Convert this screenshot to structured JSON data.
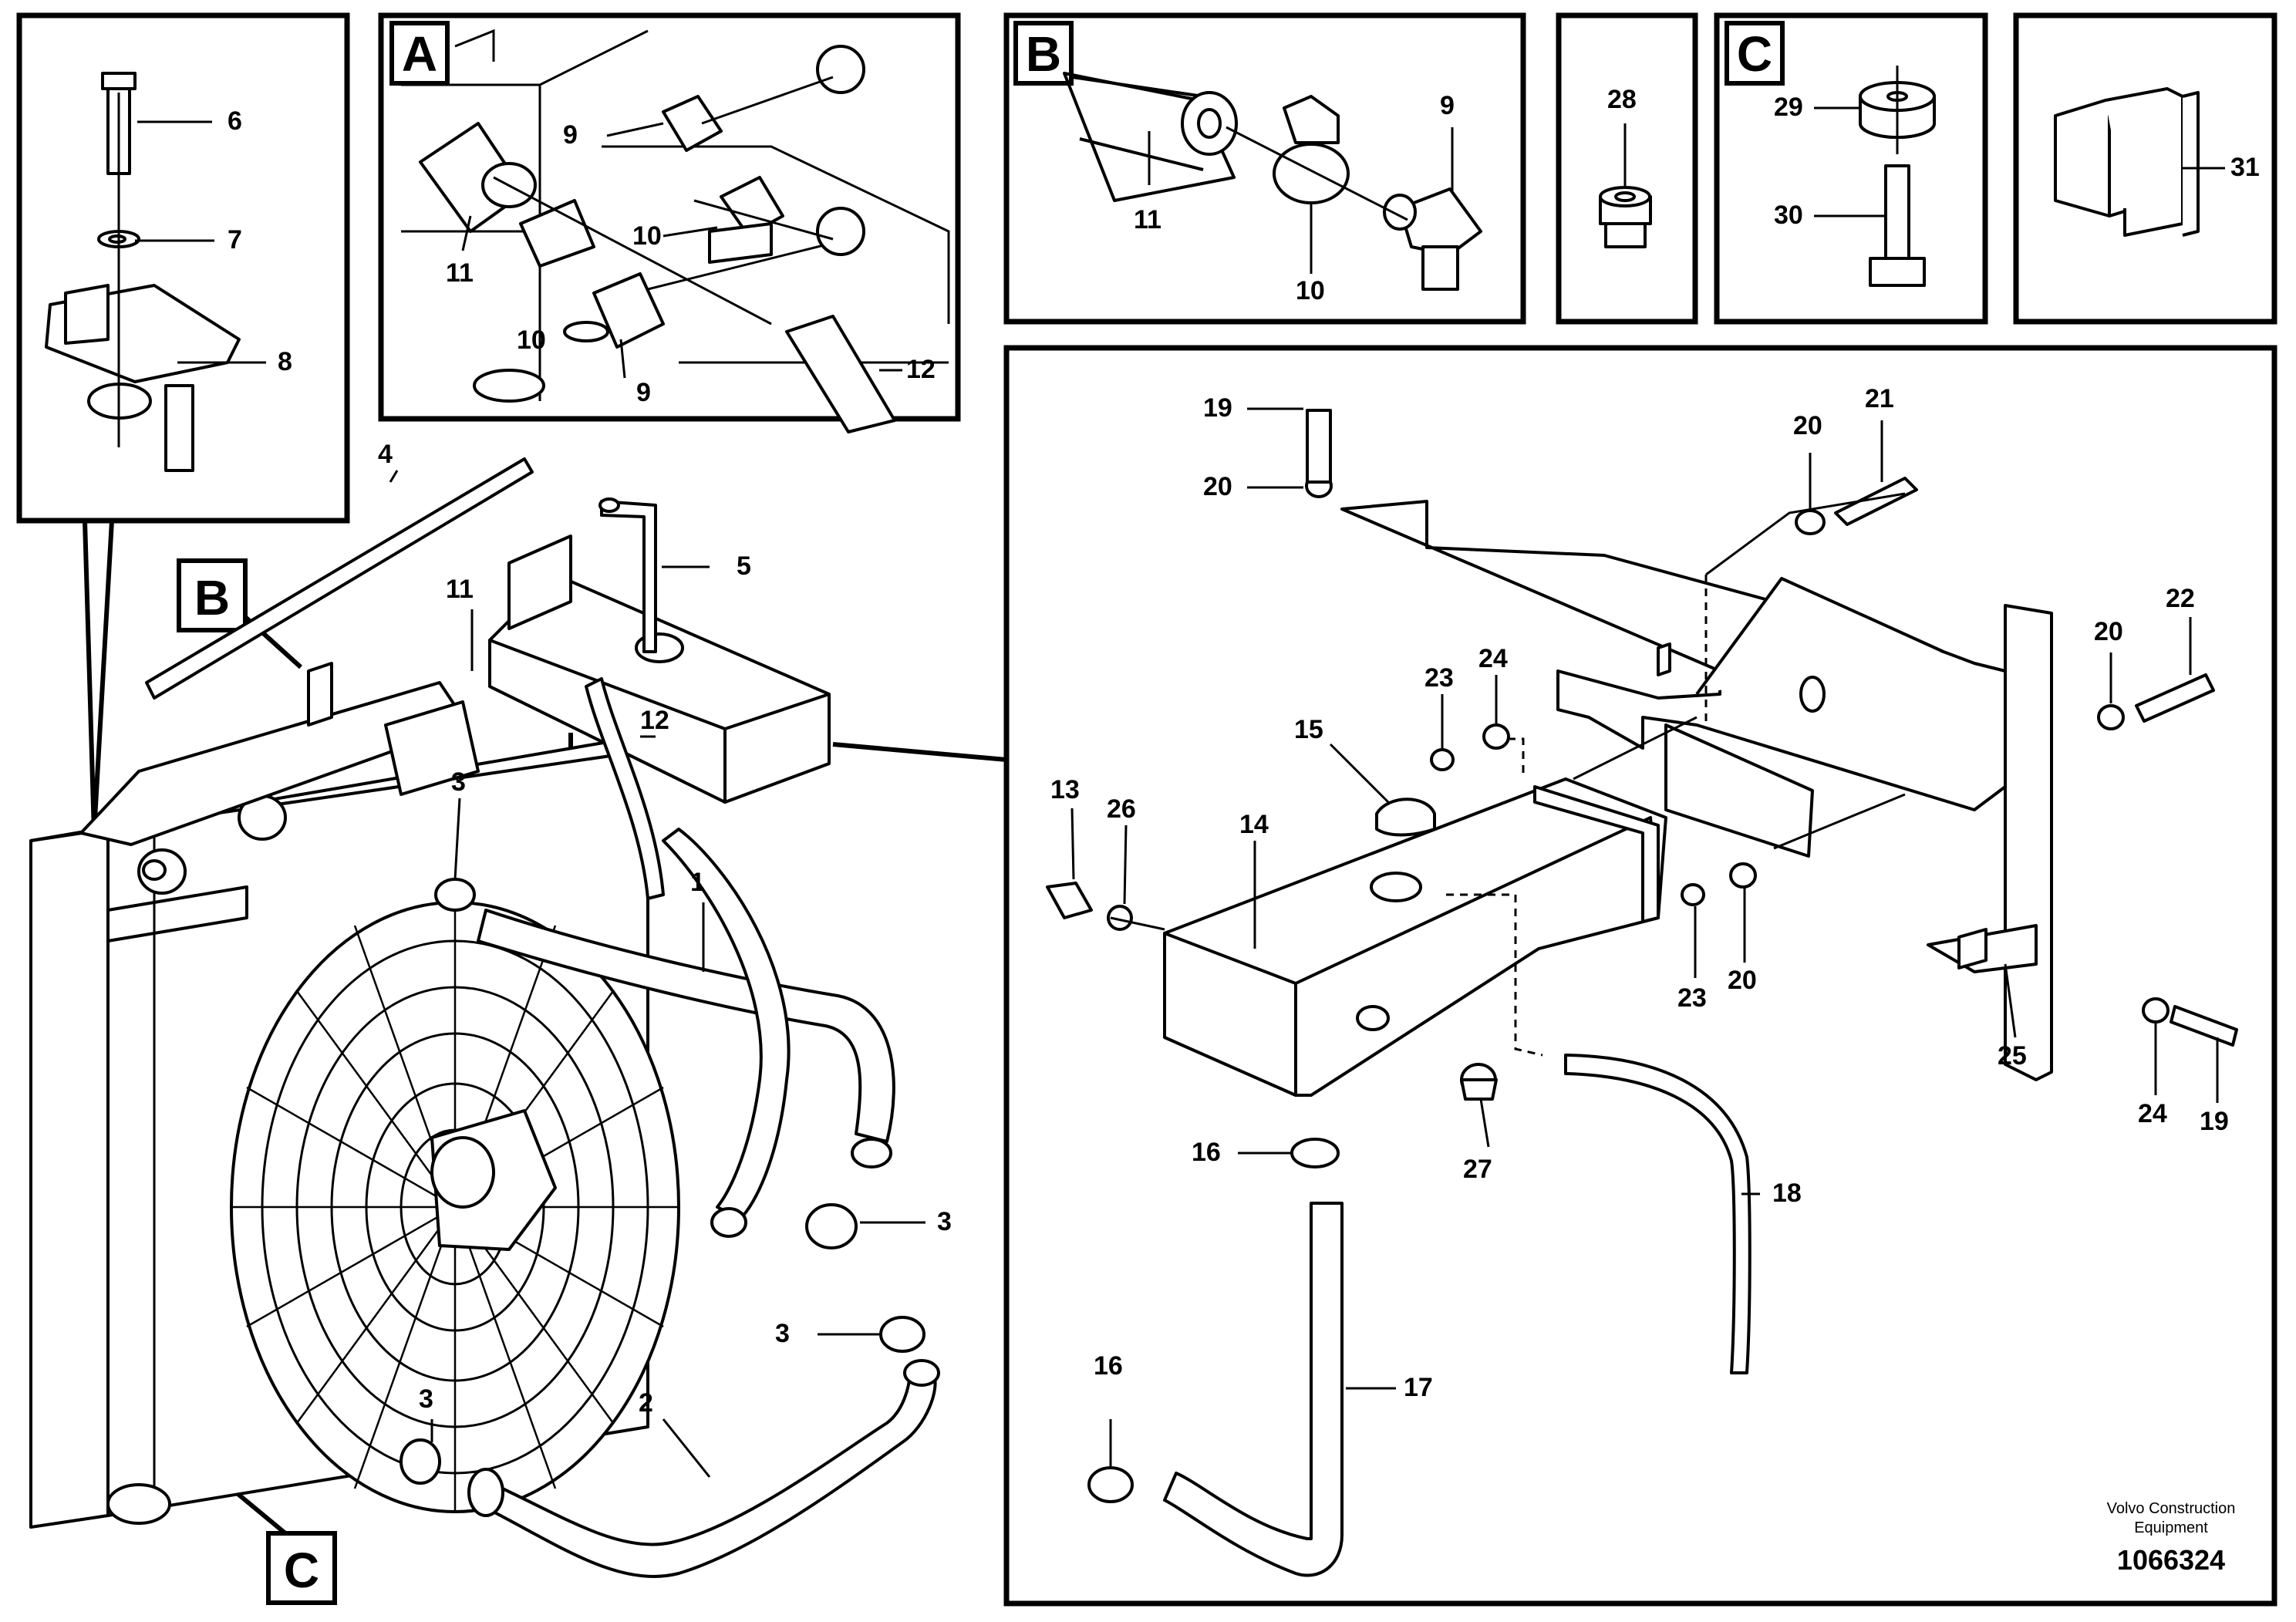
{
  "boxes": {
    "A": "A",
    "B": "B",
    "C": "C"
  },
  "labels": {
    "n1": "1",
    "n2": "2",
    "n3": "3",
    "n4": "4",
    "n5": "5",
    "n6": "6",
    "n7": "7",
    "n8": "8",
    "n9": "9",
    "n10": "10",
    "n11": "11",
    "n12": "12",
    "n13": "13",
    "n14": "14",
    "n15": "15",
    "n16": "16",
    "n17": "17",
    "n18": "18",
    "n19": "19",
    "n20": "20",
    "n21": "21",
    "n22": "22",
    "n23": "23",
    "n24": "24",
    "n25": "25",
    "n26": "26",
    "n27": "27",
    "n28": "28",
    "n29": "29",
    "n30": "30",
    "n31": "31"
  },
  "footer": {
    "brand_line1": "Volvo Construction",
    "brand_line2": "Equipment",
    "doc_number": "1066324"
  }
}
